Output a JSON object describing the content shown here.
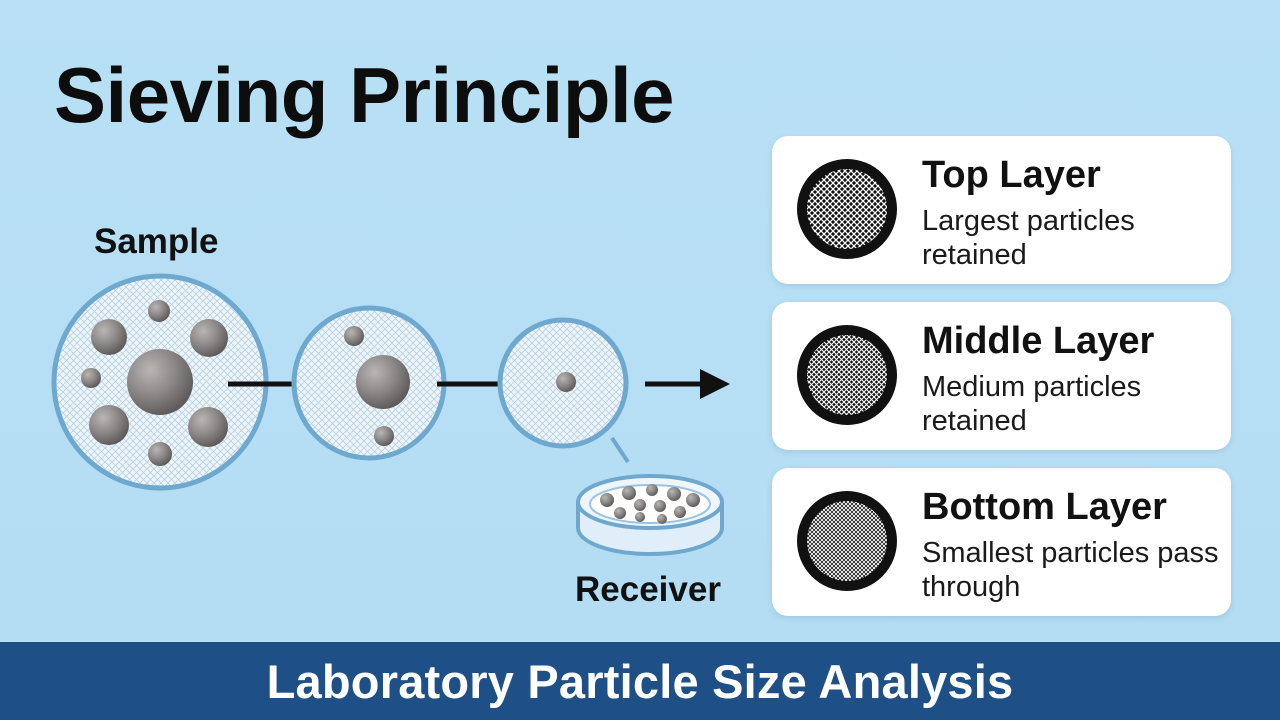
{
  "title": "Sieving Principle",
  "labels": {
    "sample": "Sample",
    "receiver": "Receiver"
  },
  "layers": [
    {
      "name": "Top Layer",
      "description": "Largest particles retained",
      "mesh": "coarse"
    },
    {
      "name": "Middle Layer",
      "description": "Medium particles retained",
      "mesh": "medium"
    },
    {
      "name": "Bottom Layer",
      "description": "Smallest particles pass through",
      "mesh": "fine"
    }
  ],
  "footer": "Laboratory Particle Size Analysis",
  "colors": {
    "background": "#b9e0f5",
    "sieve_rim": "#6ea8cf",
    "particle": "#8a8786",
    "footer_bar": "#1e4f86",
    "disc": "#111111"
  },
  "icons": [
    "sieve-icon",
    "particle-icon",
    "arrow-right-icon",
    "petri-dish-icon",
    "mesh-disc-icon"
  ]
}
